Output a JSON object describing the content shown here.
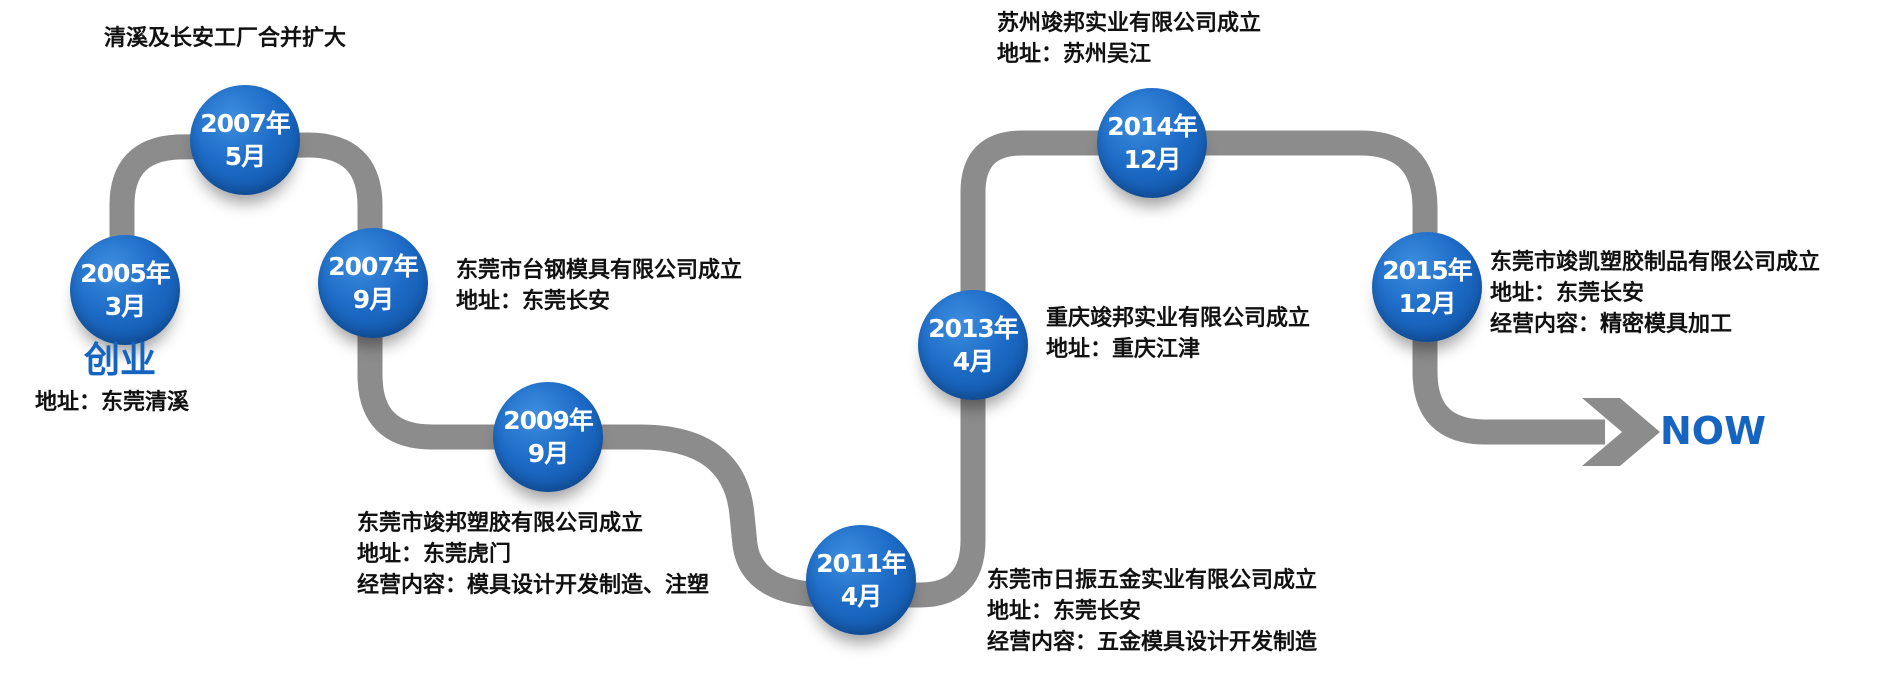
{
  "milestones": [
    {
      "year": "2005年",
      "month": "3月"
    },
    {
      "year": "2007年",
      "month": "5月"
    },
    {
      "year": "2007年",
      "month": "9月"
    },
    {
      "year": "2009年",
      "month": "9月"
    },
    {
      "year": "2011年",
      "month": "4月"
    },
    {
      "year": "2013年",
      "month": "4月"
    },
    {
      "year": "2014年",
      "month": "12月"
    },
    {
      "year": "2015年",
      "month": "12月"
    }
  ],
  "events": {
    "start": {
      "title": "创业",
      "address": "地址：东莞清溪"
    },
    "e2007_05": {
      "text": "清溪及长安工厂合并扩大"
    },
    "e2007_09": {
      "name": "东莞市台钢模具有限公司成立",
      "address": "地址：东莞长安"
    },
    "e2009_09": {
      "name": "东莞市竣邦塑胶有限公司成立",
      "address": "地址：东莞虎门",
      "business": "经营内容：模具设计开发制造、注塑"
    },
    "e2011_04": {
      "name": "东莞市日振五金实业有限公司成立",
      "address": "地址：东莞长安",
      "business": "经营内容：五金模具设计开发制造"
    },
    "e2013_04": {
      "name": "重庆竣邦实业有限公司成立",
      "address": "地址：重庆江津"
    },
    "e2014_12": {
      "name": "苏州竣邦实业有限公司成立",
      "address": "地址：苏州吴江"
    },
    "e2015_12": {
      "name": "东莞市竣凯塑胶制品有限公司成立",
      "address": "地址：东莞长安",
      "business": "经营内容：精密模具加工"
    }
  },
  "end_label": "NOW",
  "colors": {
    "path": "#8c8c8c",
    "node": "#1d6bc6",
    "accent": "#1565c0",
    "text": "#111111"
  }
}
